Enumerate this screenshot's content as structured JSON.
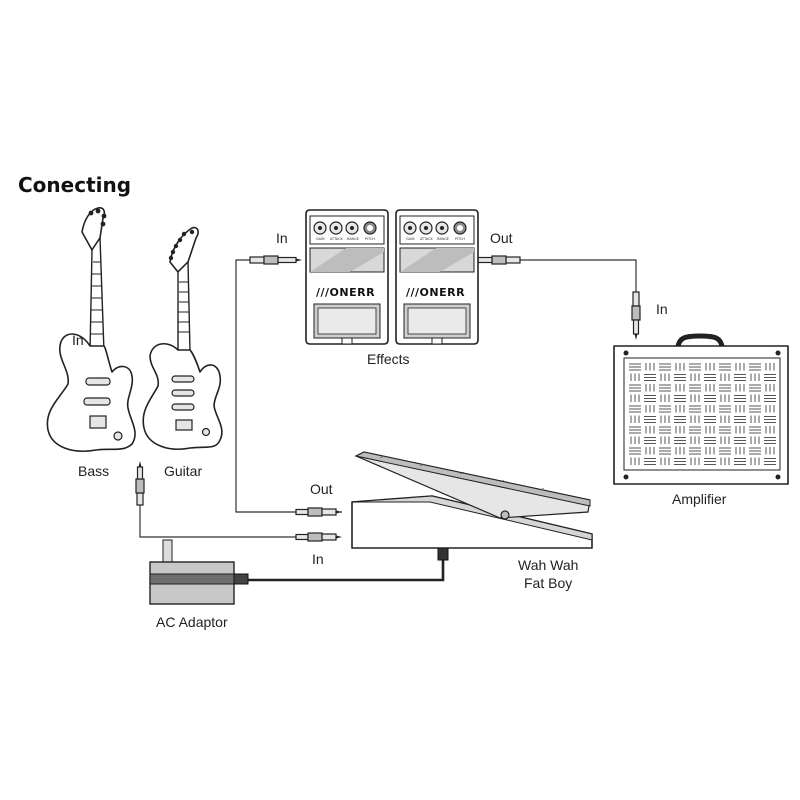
{
  "title": "Conecting",
  "labels": {
    "bass": "Bass",
    "guitar": "Guitar",
    "in_bass": "In",
    "effects": "Effects",
    "in_effects": "In",
    "out_effects": "Out",
    "in_amp": "In",
    "amplifier": "Amplifier",
    "out_wah": "Out",
    "in_wah": "In",
    "wah_line1": "Wah Wah",
    "wah_line2": "Fat Boy",
    "ac_adaptor": "AC Adaptor"
  },
  "pedal": {
    "brand": "///ONERR",
    "knobs": [
      "GAIN",
      "ATTACK",
      "RANGE",
      "PITCH"
    ]
  },
  "icons": [
    "bass-guitar-icon",
    "electric-guitar-icon",
    "effects-pedal-icon",
    "amplifier-icon",
    "wah-pedal-icon",
    "ac-adaptor-icon",
    "jack-plug-icon"
  ]
}
